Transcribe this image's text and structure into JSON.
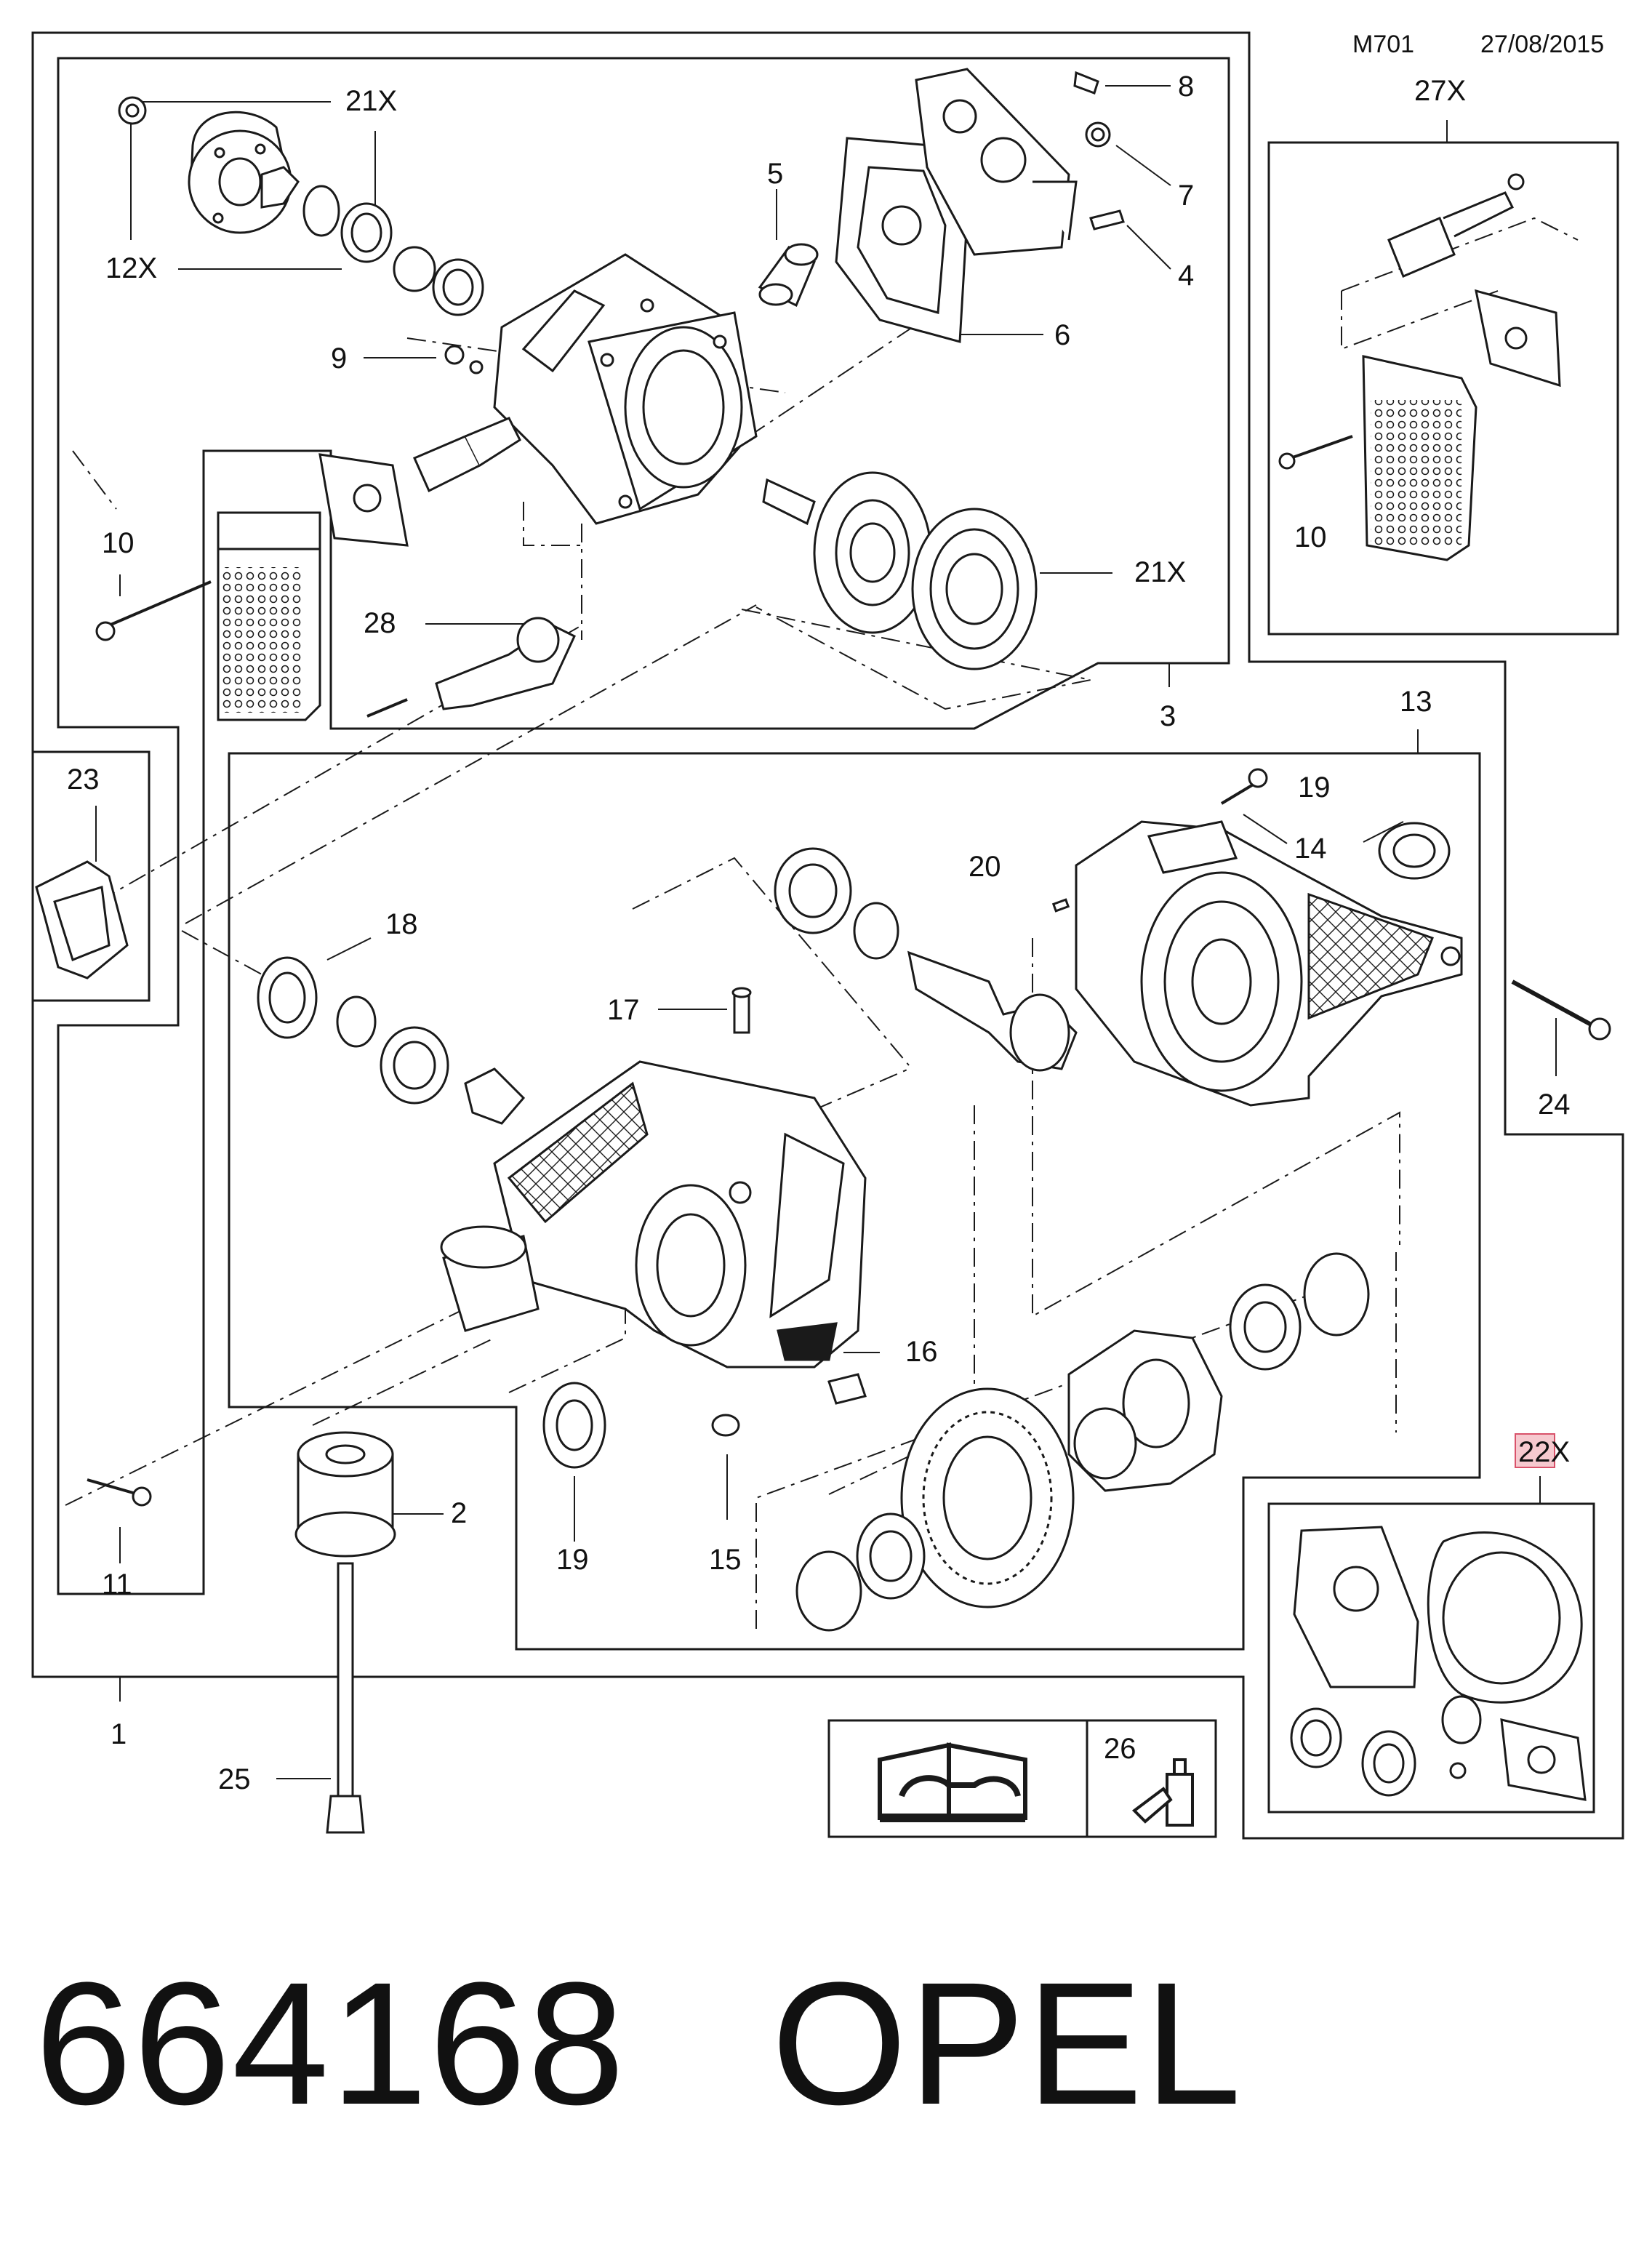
{
  "header": {
    "code": "M701",
    "date": "27/08/2015"
  },
  "footer": {
    "part_number": "664168",
    "brand": "OPEL"
  },
  "callouts": {
    "c1": "1",
    "c2": "2",
    "c3": "3",
    "c4": "4",
    "c5": "5",
    "c6": "6",
    "c7": "7",
    "c8": "8",
    "c9": "9",
    "c10a": "10",
    "c10b": "10",
    "c11": "11",
    "c12x": "12X",
    "c13": "13",
    "c14": "14",
    "c15": "15",
    "c16": "16",
    "c17": "17",
    "c18": "18",
    "c19a": "19",
    "c19b": "19",
    "c20": "20",
    "c21xa": "21X",
    "c21xb": "21X",
    "c22x_num": "22",
    "c22x_suffix": "X",
    "c23": "23",
    "c24": "24",
    "c25": "25",
    "c26": "26",
    "c27x": "27X",
    "c28": "28"
  },
  "colors": {
    "line": "#1a1a1a",
    "highlight_fill": "#f6c9cf",
    "highlight_stroke": "#d9526a"
  },
  "icons": [
    "manual-book-wrench-icon",
    "sealant-tube-icon"
  ]
}
